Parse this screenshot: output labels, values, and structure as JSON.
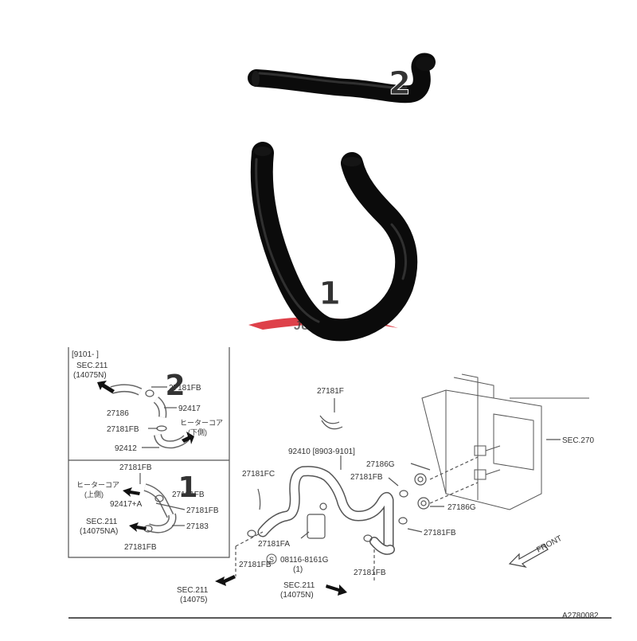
{
  "colors": {
    "hose": "#0b0b0b",
    "hose_shine": "#3a3a3a",
    "callout_green": "#22dd55",
    "callout_orange": "#f26a1b",
    "logo_red": "#d8202a",
    "line": "#555555",
    "text": "#333333"
  },
  "photo": {
    "hoses": [
      {
        "id": "hose-2",
        "callout": "2"
      },
      {
        "id": "hose-1",
        "callout": "1"
      }
    ],
    "logo_text": "JUSTJAP"
  },
  "diagram": {
    "inset_header": "[9101-      ]",
    "inset_labels": {
      "sec211_a": "SEC.211",
      "sec211_a_sub": "(14075N)",
      "p27181FB_1": "27181FB",
      "p92417": "92417",
      "p27186": "27186",
      "p27181FB_2": "27181FB",
      "heater_lower": "ヒーターコア",
      "heater_lower_sub": "(下側)",
      "p92412": "92412",
      "p27181FB_3": "27181FB",
      "heater_upper": "ヒーターコア",
      "heater_upper_sub": "(上側)",
      "p27181FB_4": "27181FB",
      "p92417A": "92417+A",
      "p27181FB_5": "27181FB",
      "sec211_b": "SEC.211",
      "sec211_b_sub": "(14075NA)",
      "p27183": "27183",
      "p27181FB_6": "27181FB"
    },
    "main_labels": {
      "p27181F": "27181F",
      "p92410": "92410 [8903-9101]",
      "p27181FC": "27181FC",
      "p27186G_1": "27186G",
      "p27181FB_a": "27181FB",
      "sec270": "SEC.270",
      "p27186G_2": "27186G",
      "p27181FB_b": "27181FB",
      "p27181FA": "27181FA",
      "bolt": "08116-8161G",
      "bolt_qty": "(1)",
      "bolt_symbol": "S",
      "p27181FB_c": "27181FB",
      "p27181FB_d": "27181FB",
      "sec211_c": "SEC.211",
      "sec211_c_sub": "(14075)",
      "sec211_d": "SEC.211",
      "sec211_d_sub": "(14075N)",
      "front": "FRONT",
      "drawing_no": "A2780082"
    },
    "callouts": {
      "inset_2": "2",
      "inset_1": "1"
    }
  }
}
